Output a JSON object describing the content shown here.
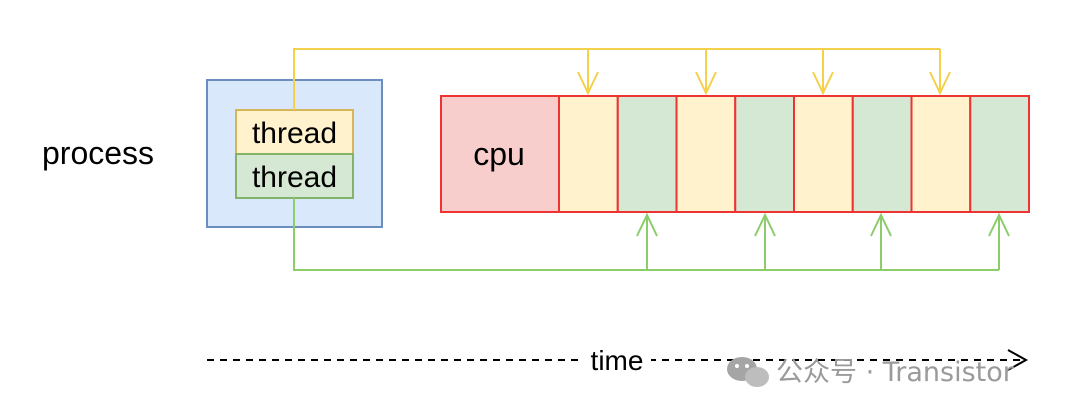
{
  "labels": {
    "process": "process",
    "thread_top": "thread",
    "thread_bottom": "thread",
    "cpu": "cpu",
    "time": "time"
  },
  "watermark": {
    "text": "公众号 · Transistor",
    "icon": "wechat-icon"
  },
  "colors": {
    "process_fill": "#dae8fc",
    "process_stroke": "#6c8ebf",
    "thread_yellow_fill": "#fff2cc",
    "thread_yellow_stroke": "#d6b656",
    "thread_green_fill": "#d5e8d4",
    "thread_green_stroke": "#82b366",
    "cpu_fill": "#f8cecc",
    "cpu_stroke": "#ee3333",
    "yellow_arrow": "#f5d04b",
    "green_arrow": "#8ccc6a"
  },
  "cpu_slots": [
    "yellow",
    "green",
    "yellow",
    "green",
    "yellow",
    "green",
    "yellow",
    "green"
  ]
}
